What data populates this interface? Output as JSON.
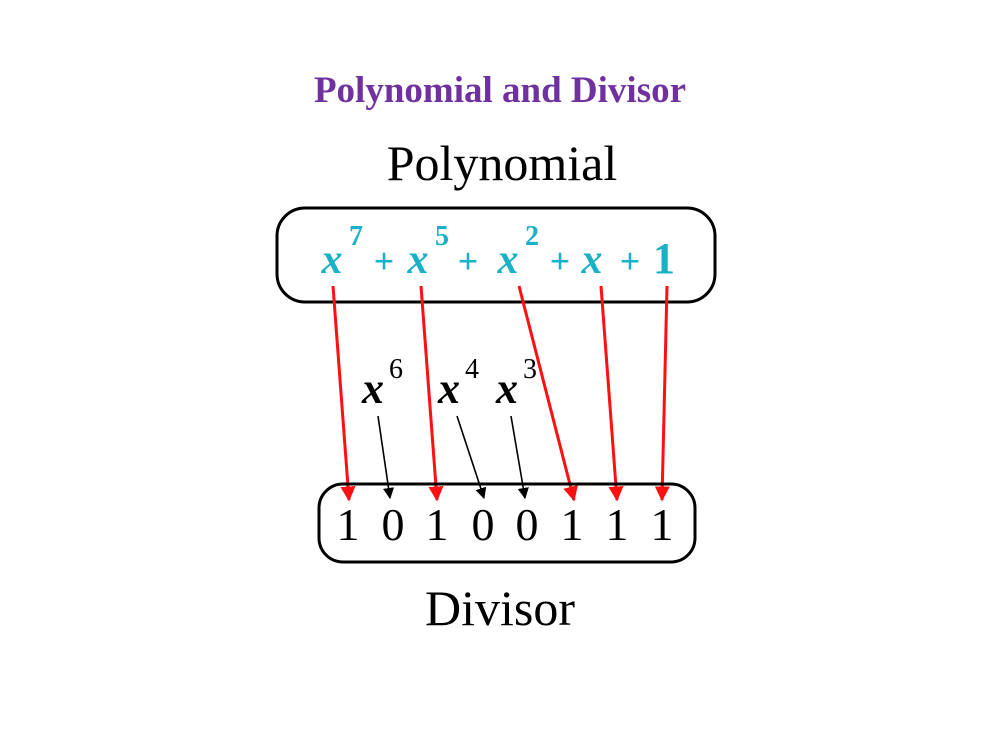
{
  "title": "Polynomial and Divisor",
  "polynomial_label": "Polynomial",
  "divisor_label": "Divisor",
  "polynomial_terms": [
    {
      "base": "x",
      "exp": "7"
    },
    {
      "op": "+"
    },
    {
      "base": "x",
      "exp": "5"
    },
    {
      "op": "+"
    },
    {
      "base": "x",
      "exp": "2"
    },
    {
      "op": "+"
    },
    {
      "base": "x",
      "exp": ""
    },
    {
      "op": "+"
    },
    {
      "base": "1",
      "exp": ""
    }
  ],
  "missing_terms": [
    {
      "base": "x",
      "exp": "6"
    },
    {
      "base": "x",
      "exp": "4"
    },
    {
      "base": "x",
      "exp": "3"
    }
  ],
  "divisor_bits": [
    "1",
    "0",
    "1",
    "0",
    "0",
    "1",
    "1",
    "1"
  ],
  "colors": {
    "title": "#7030a0",
    "polynomial": "#1ab0c8",
    "present_arrow": "#ff1010",
    "missing_arrow": "#000000",
    "text": "#000000"
  }
}
